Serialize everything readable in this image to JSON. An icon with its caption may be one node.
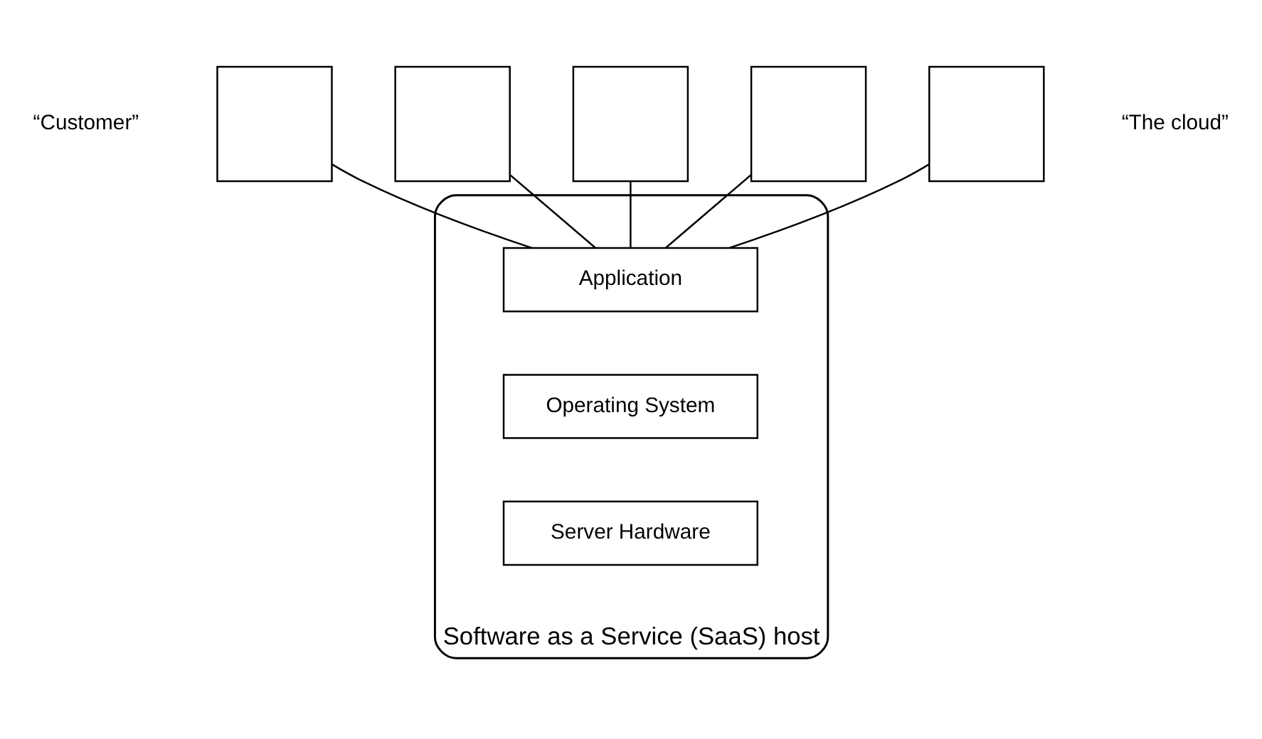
{
  "diagram": {
    "nodes": [
      {
        "text": [],
        "shape": "box"
      },
      {
        "text": [],
        "shape": "box"
      },
      {
        "text": [],
        "shape": "box"
      },
      {
        "text": [],
        "shape": "box"
      },
      {
        "text": [],
        "shape": "box"
      },
      {
        "text": [
          "Software as a Service (SaaS) host"
        ]
      },
      {
        "text": [
          "Application"
        ],
        "in": 5
      },
      {
        "text": [
          "Operating System"
        ],
        "in": 5
      },
      {
        "text": [
          "Server Hardware"
        ],
        "in": 5
      }
    ],
    "edges": [
      {
        "from": 0,
        "to": 6,
        "arrow": "none"
      },
      {
        "from": 1,
        "to": 6,
        "arrow": "none"
      },
      {
        "from": 2,
        "to": 6,
        "arrow": "none"
      },
      {
        "from": 3,
        "to": 6,
        "arrow": "none"
      },
      {
        "from": 4,
        "to": 6,
        "arrow": "none"
      }
    ],
    "labels": [
      "“Customer”",
      "“The cloud”"
    ]
  }
}
